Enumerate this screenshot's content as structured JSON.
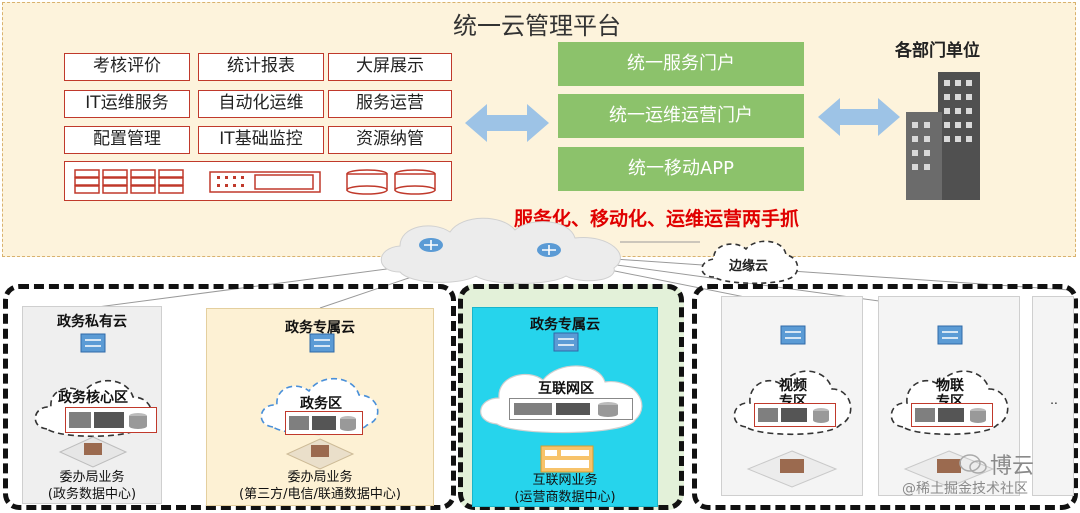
{
  "platform": {
    "title": "统一云管理平台",
    "functions": [
      [
        "考核评价",
        "统计报表",
        "大屏展示"
      ],
      [
        "IT运维服务",
        "自动化运维",
        "服务运营"
      ],
      [
        "配置管理",
        "IT基础监控",
        "资源纳管"
      ]
    ],
    "portals": [
      "统一服务门户",
      "统一运维运营门户",
      "统一移动APP"
    ],
    "dept_label": "各部门单位",
    "slogan": "服务化、移动化、运维运营两手抓"
  },
  "edge_cloud_label": "边缘云",
  "zones": {
    "gov_private": {
      "title": "政务私有云",
      "inner_label": "政务核心区",
      "caption_line1": "委办局业务",
      "caption_line2": "(政务数据中心)"
    },
    "gov_dedicated": {
      "title": "政务专属云",
      "inner_label": "政务区",
      "caption_line1": "委办局业务",
      "caption_line2": "(第三方/电信/联通数据中心)"
    },
    "internet_dedicated": {
      "title": "政务专属云",
      "inner_label": "互联网区",
      "caption_line1": "互联网业务",
      "caption_line2": "(运营商数据中心)"
    },
    "video": {
      "inner_label_line1": "视频",
      "inner_label_line2": "专区"
    },
    "iot": {
      "inner_label_line1": "物联",
      "inner_label_line2": "专区"
    },
    "ellipsis": ".."
  },
  "watermark": {
    "brand": "博云",
    "source": "@稀土掘金技术社区"
  },
  "colors": {
    "platform_bg": "#fdf3dc",
    "portal_green": "#8cc26b",
    "accent_red": "#e00000",
    "internet_zone_cyan": "#26d4ec",
    "arrow_blue": "#9dc3e6"
  }
}
